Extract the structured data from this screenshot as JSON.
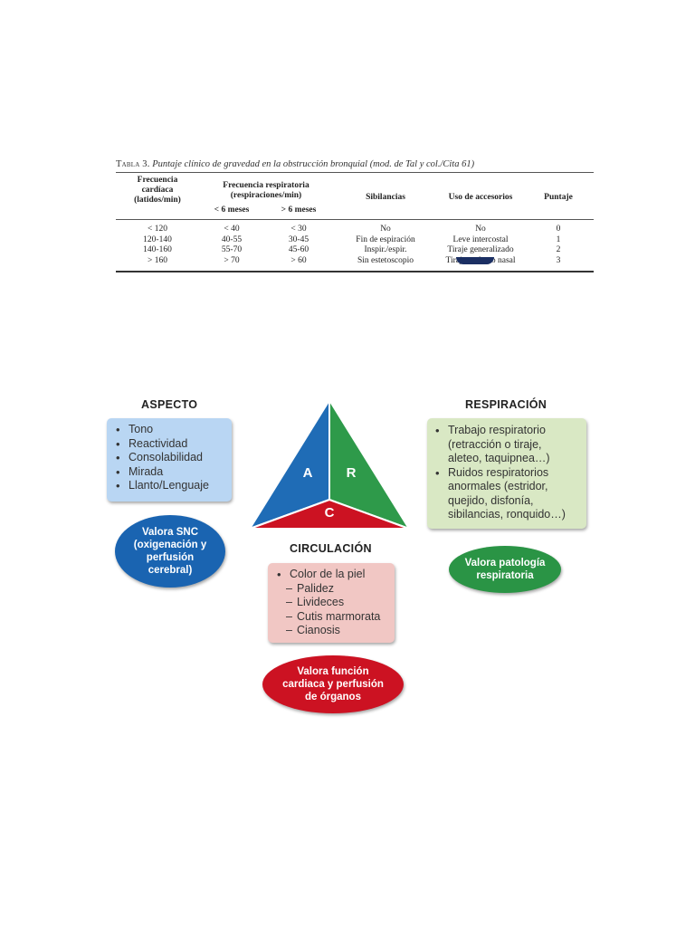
{
  "table": {
    "caption_lead": "Tabla 3.",
    "caption_title": "Puntaje clínico de gravedad en la obstrucción bronquial (mod. de Tal y col./Cita 61)",
    "headers": {
      "fc": "Frecuencia cardíaca (latidos/min)",
      "fr": "Frecuencia respiratoria (respiraciones/min)",
      "fr_lt6": "< 6 meses",
      "fr_gt6": "> 6 meses",
      "sib": "Sibilancias",
      "acc": "Uso de accesorios",
      "pts": "Puntaje"
    },
    "rows": [
      [
        "< 120",
        "< 40",
        "< 30",
        "No",
        "No",
        "0"
      ],
      [
        "120-140",
        "40-55",
        "30-45",
        "Fin de espiración",
        "Leve intercostal",
        "1"
      ],
      [
        "140-160",
        "55-70",
        "45-60",
        "Inspir./espir.",
        "Tiraje generalizado",
        "2"
      ],
      [
        "> 160",
        "> 70",
        "> 60",
        "Sin estetoscopio",
        "Tiraje + aleteo nasal",
        "3"
      ]
    ]
  },
  "diagram": {
    "triangle_labels": {
      "a": "A",
      "r": "R",
      "c": "C"
    },
    "colors": {
      "aspecto": "#1f6cb6",
      "respiracion": "#2e9a4a",
      "circulacion": "#cc1222"
    },
    "aspecto": {
      "title": "ASPECTO",
      "items": [
        "Tono",
        "Reactividad",
        "Consolabilidad",
        "Mirada",
        "Llanto/Lenguaje"
      ],
      "oval": "Valora SNC\n(oxigenación y\nperfusión\ncerebral)"
    },
    "respiracion": {
      "title": "RESPIRACIÓN",
      "items": [
        "Trabajo respiratorio (retracción o tiraje, aleteo, taquipnea…)",
        "Ruidos respiratorios anormales (estridor, quejido, disfonía, sibilancias, ronquido…)"
      ],
      "oval": "Valora patología\nrespiratoria"
    },
    "circulacion": {
      "title": "CIRCULACIÓN",
      "item": "Color de la piel",
      "subitems": [
        "Palidez",
        "Livideces",
        "Cutis marmorata",
        "Cianosis"
      ],
      "oval": "Valora función\ncardiaca y perfusión\nde órganos"
    }
  }
}
